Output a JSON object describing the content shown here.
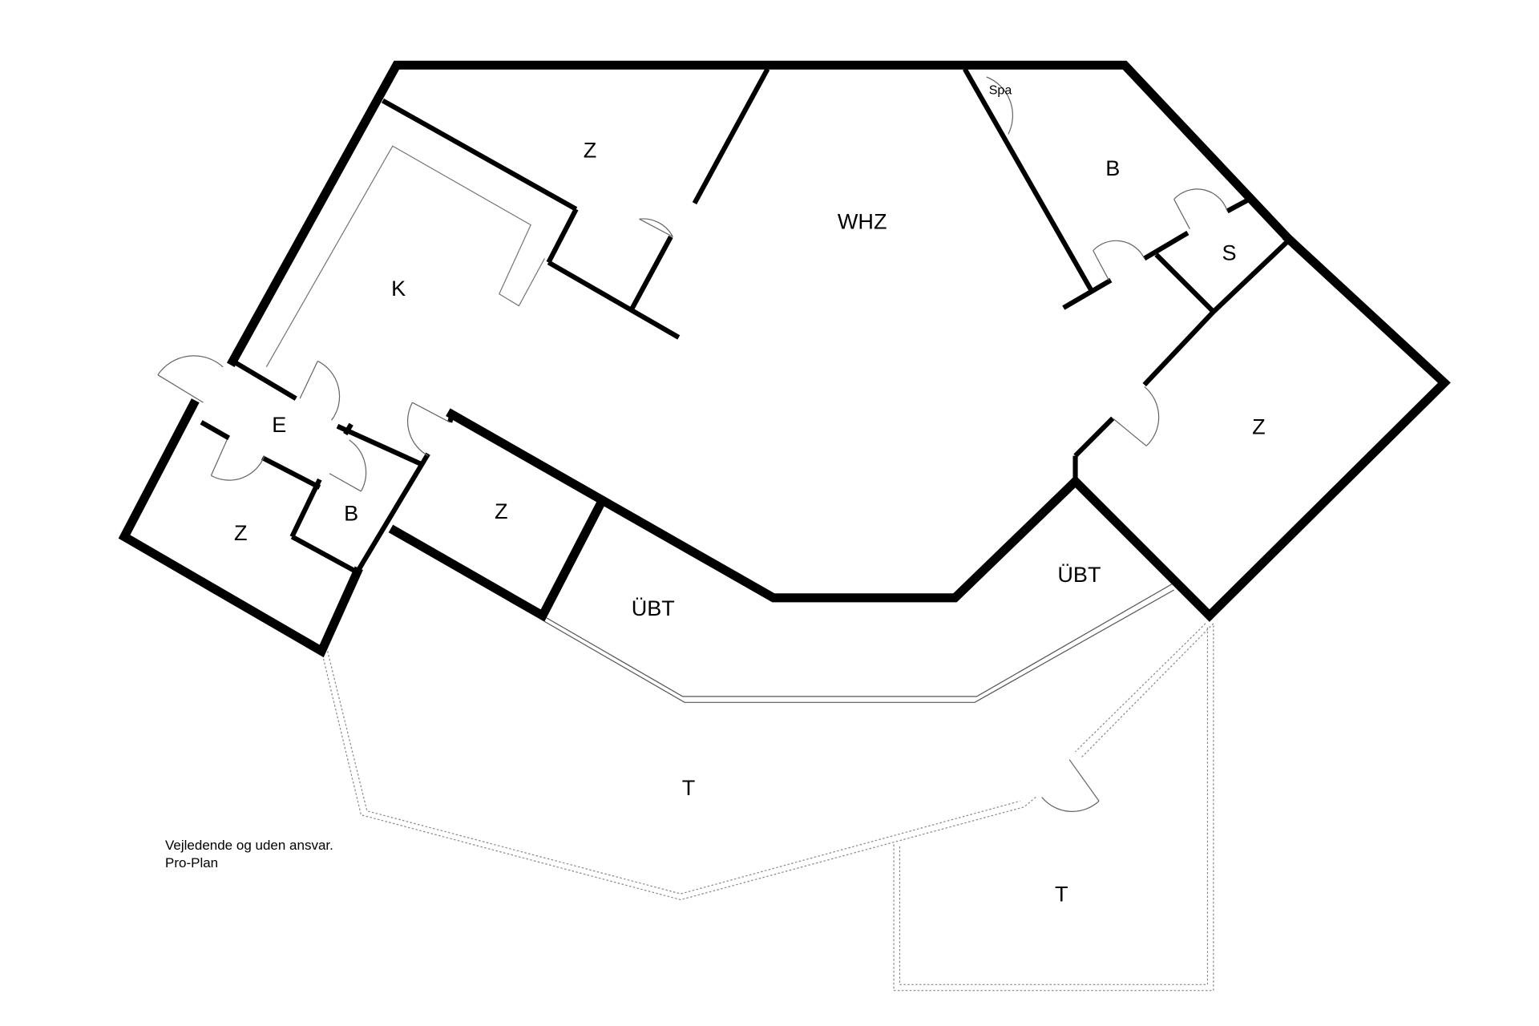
{
  "floorplan": {
    "rooms": [
      {
        "id": "z-north",
        "label": "Z"
      },
      {
        "id": "whz",
        "label": "WHZ"
      },
      {
        "id": "spa",
        "label": "Spa"
      },
      {
        "id": "b-northeast",
        "label": "B"
      },
      {
        "id": "s",
        "label": "S"
      },
      {
        "id": "k",
        "label": "K"
      },
      {
        "id": "e",
        "label": "E"
      },
      {
        "id": "z-east",
        "label": "Z"
      },
      {
        "id": "z-west",
        "label": "Z"
      },
      {
        "id": "b-west",
        "label": "B"
      },
      {
        "id": "z-south",
        "label": "Z"
      },
      {
        "id": "ubt-south",
        "label": "ÜBT"
      },
      {
        "id": "ubt-east",
        "label": "ÜBT"
      },
      {
        "id": "t-main",
        "label": "T"
      },
      {
        "id": "t-lower",
        "label": "T"
      }
    ],
    "colors": {
      "wall": "#000000",
      "background": "#ffffff",
      "thin_line": "#777777"
    }
  },
  "note": {
    "line1": "Vejledende og uden ansvar.",
    "line2": "Pro-Plan"
  }
}
